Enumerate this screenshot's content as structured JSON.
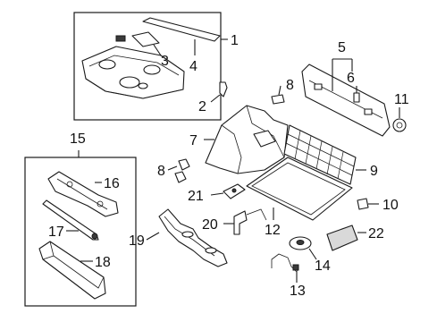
{
  "diagram": {
    "callouts": {
      "c1": "1",
      "c2": "2",
      "c3": "3",
      "c4": "4",
      "c5": "5",
      "c6": "6",
      "c7": "7",
      "c8a": "8",
      "c8b": "8",
      "c9": "9",
      "c10": "10",
      "c11": "11",
      "c12": "12",
      "c13": "13",
      "c14": "14",
      "c15": "15",
      "c16": "16",
      "c17": "17",
      "c18": "18",
      "c19": "19",
      "c20": "20",
      "c21": "21",
      "c22": "22"
    },
    "colors": {
      "line": "#1a1a1a",
      "fill": "#ffffff",
      "shade": "#d9d9d9",
      "dark": "#3a3a3a"
    }
  }
}
